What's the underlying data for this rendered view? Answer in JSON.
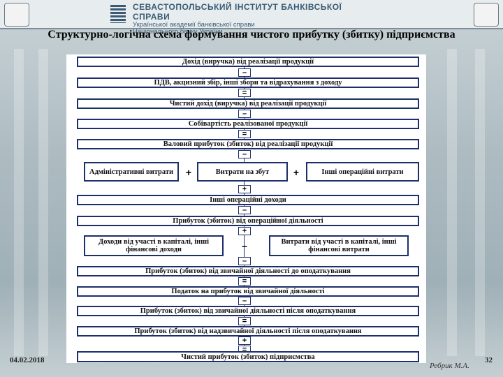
{
  "header": {
    "institute": "СЕВАСТОПОЛЬСЬКИЙ ІНСТИТУТ БАНКІВСЬКОЇ СПРАВИ",
    "subline_1": "Української академії банківської справи",
    "subline_2": "Національного банку України"
  },
  "slide": {
    "title": "Структурно-логічна схема формування чистого прибутку (збитку) підприємства"
  },
  "diagram": {
    "row_revenue": "Дохід (виручка) від реалізації продукції",
    "row_vat": "ПДВ, акцизний збір, інші збори та відрахування з доходу",
    "row_net_revenue": "Чистий дохід (виручка) від реалізації продукції",
    "row_cost": "Собівартість реалізованої продукції",
    "row_gross": "Валовий прибуток (збиток) від реалізації продукції",
    "box_admin": "Адміністративні витрати",
    "box_sales": "Витрати на збут",
    "box_other_op_exp": "Інші операційні витрати",
    "row_other_op_inc": "Інші операційні доходи",
    "row_op_profit": "Прибуток (збиток) від операційної діяльності",
    "box_fin_income": "Доходи від участі в капіталі, інші фінансові доходи",
    "box_fin_exp": "Витрати від участі в капіталі, інші фінансові витрати",
    "row_pretax": "Прибуток (збиток) від звичайної діяльності до оподаткування",
    "row_tax": "Податок на прибуток від звичайної діяльності",
    "row_after_tax": "Прибуток (збиток) від звичайної діяльності після оподаткування",
    "row_extra": "Прибуток (збиток) від надзвичайної діяльності після оподаткування",
    "row_net": "Чистий прибуток (збиток) підприємства",
    "signs": {
      "s1": "–",
      "s2": "=",
      "s3": "–",
      "s4": "=",
      "s5": "–",
      "s6": "+",
      "s7": "–",
      "s8": "+",
      "s9": "–",
      "s10": "=",
      "s11": "–",
      "s12": "=",
      "s13": "+",
      "s14": "=",
      "h1": "+",
      "h2": "+",
      "h3": "–"
    }
  },
  "footer": {
    "date": "04.02.2018",
    "author": "Ребрик М.А.",
    "page": "32"
  }
}
